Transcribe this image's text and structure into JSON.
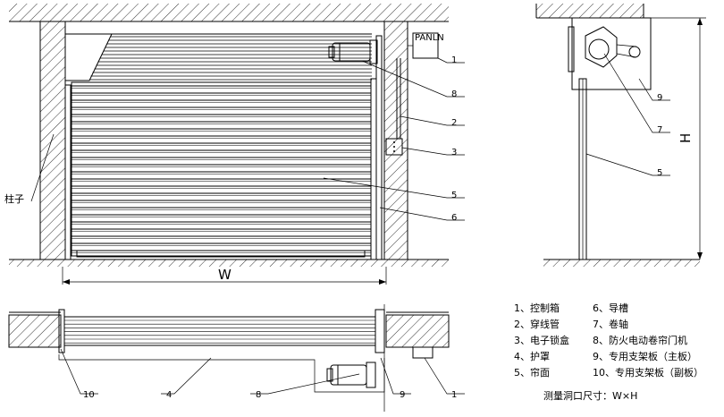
{
  "front_view": {
    "column_label": "柱子",
    "width_label": "W",
    "callouts": [
      "1",
      "8",
      "2",
      "3",
      "5",
      "6"
    ],
    "control_box_brand": "PANLN"
  },
  "side_view": {
    "height_label": "H",
    "callouts": [
      "9",
      "7",
      "5"
    ]
  },
  "plan_view": {
    "callouts": [
      "10",
      "4",
      "8",
      "9",
      "1"
    ]
  },
  "legend": {
    "left": [
      "1、控制箱",
      "2、穿线管",
      "3、电子锁盒",
      "4、护罩",
      "5、帘面"
    ],
    "right": [
      "6、导槽",
      "7、卷轴",
      "8、防火电动卷帘门机",
      "9、专用支架板（主板）",
      "10、专用支架板（副板）"
    ],
    "footer": "测量洞口尺寸：W×H"
  }
}
